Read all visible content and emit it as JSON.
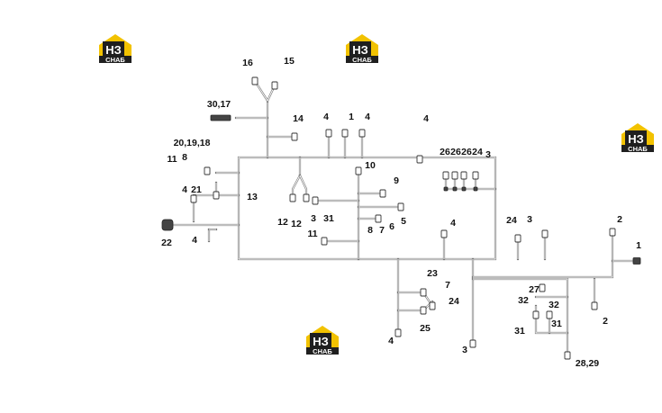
{
  "logo": {
    "mark": "НЗ",
    "caption": "СНАБ",
    "colors": {
      "yellow": "#f2c200",
      "dark": "#1f1f1f"
    }
  },
  "labels": [
    "16",
    "15",
    "30,17",
    "14",
    "4",
    "1",
    "4",
    "4",
    "20,19,18",
    "11",
    "8",
    "26",
    "26",
    "26",
    "24",
    "3",
    "10",
    "9",
    "4",
    "21",
    "13",
    "12",
    "12",
    "3",
    "31",
    "6",
    "5",
    "8",
    "7",
    "22",
    "4",
    "11",
    "4",
    "24",
    "3",
    "2",
    "1",
    "23",
    "7",
    "24",
    "25",
    "27",
    "32",
    "32",
    "31",
    "31",
    "2",
    "4",
    "3",
    "28,29"
  ]
}
